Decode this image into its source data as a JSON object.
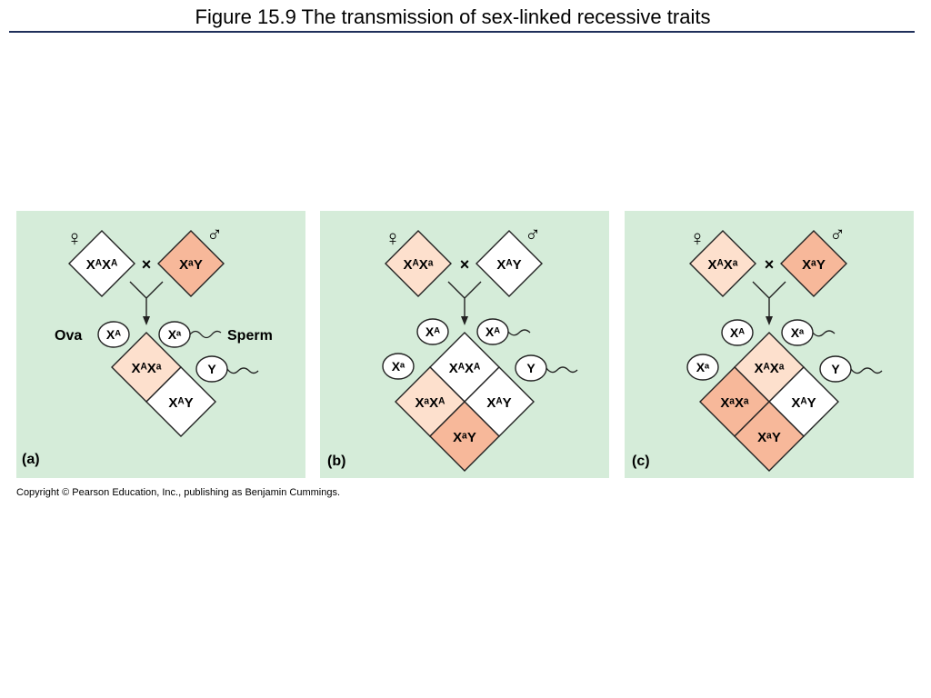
{
  "title": "Figure 15.9  The transmission of sex-linked recessive traits",
  "copyright": "Copyright © Pearson Education, Inc., publishing as Benjamin Cummings.",
  "labels": {
    "ova": "Ova",
    "sperm": "Sperm",
    "cross": "×",
    "female": "♀",
    "male": "♂"
  },
  "colors": {
    "panel_bg": "#d5ecd9",
    "affected": "#f7b89a",
    "carrier": "#fde0cd",
    "normal": "#ffffff",
    "stroke": "#222222"
  },
  "panels": [
    {
      "letter": "(a)",
      "mother": "XᴬXᴬ",
      "father": "XᵃY",
      "ova": [
        "Xᴬ"
      ],
      "sperm": [
        "Xᵃ",
        "Y"
      ],
      "offspring": [
        "XᴬXᵃ",
        "XᴬY"
      ]
    },
    {
      "letter": "(b)",
      "mother": "XᴬXᵃ",
      "father": "XᴬY",
      "ova": [
        "Xᴬ",
        "Xᵃ"
      ],
      "sperm": [
        "Xᴬ",
        "Y"
      ],
      "offspring": [
        "XᴬXᴬ",
        "XᴬY",
        "XᵃXᴬ",
        "XᵃY"
      ]
    },
    {
      "letter": "(c)",
      "mother": "XᴬXᵃ",
      "father": "XᵃY",
      "ova": [
        "Xᴬ",
        "Xᵃ"
      ],
      "sperm": [
        "Xᵃ",
        "Y"
      ],
      "offspring": [
        "XᴬXᵃ",
        "XᴬY",
        "XᵃXᵃ",
        "XᵃY"
      ]
    }
  ]
}
